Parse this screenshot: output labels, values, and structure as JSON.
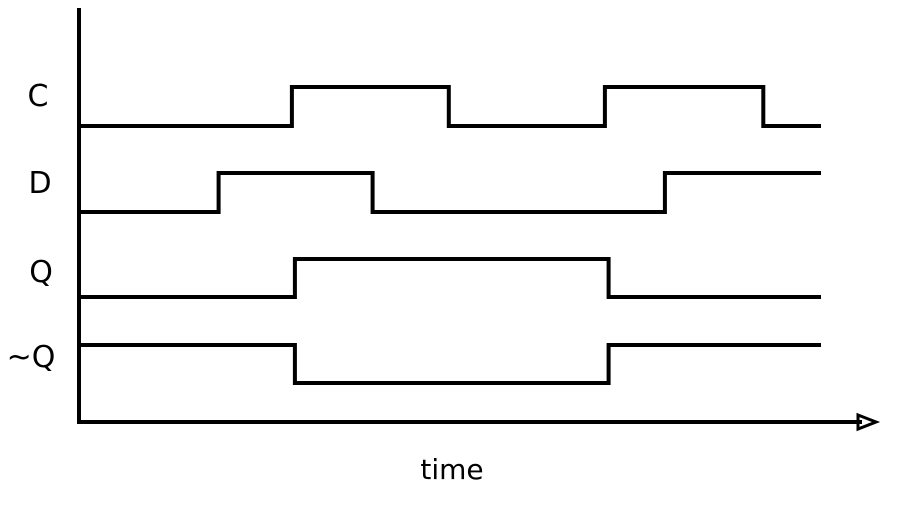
{
  "diagram": {
    "type": "timing-diagram",
    "line_color": "#000000",
    "background_color": "#ffffff",
    "x_axis_label": "time",
    "time_range": [
      0,
      100
    ],
    "signals": [
      {
        "key": "clock",
        "label": "C",
        "initial": 0,
        "transitions": [
          28.5,
          49.7,
          70.8,
          92.2
        ]
      },
      {
        "key": "data",
        "label": "D",
        "initial": 0,
        "transitions": [
          18.6,
          39.4,
          78.9
        ]
      },
      {
        "key": "q",
        "label": "Q",
        "initial": 0,
        "transitions": [
          28.9,
          71.3
        ]
      },
      {
        "key": "q-not",
        "label": "~Q",
        "initial": 1,
        "transitions": [
          28.9,
          71.3
        ]
      }
    ]
  }
}
